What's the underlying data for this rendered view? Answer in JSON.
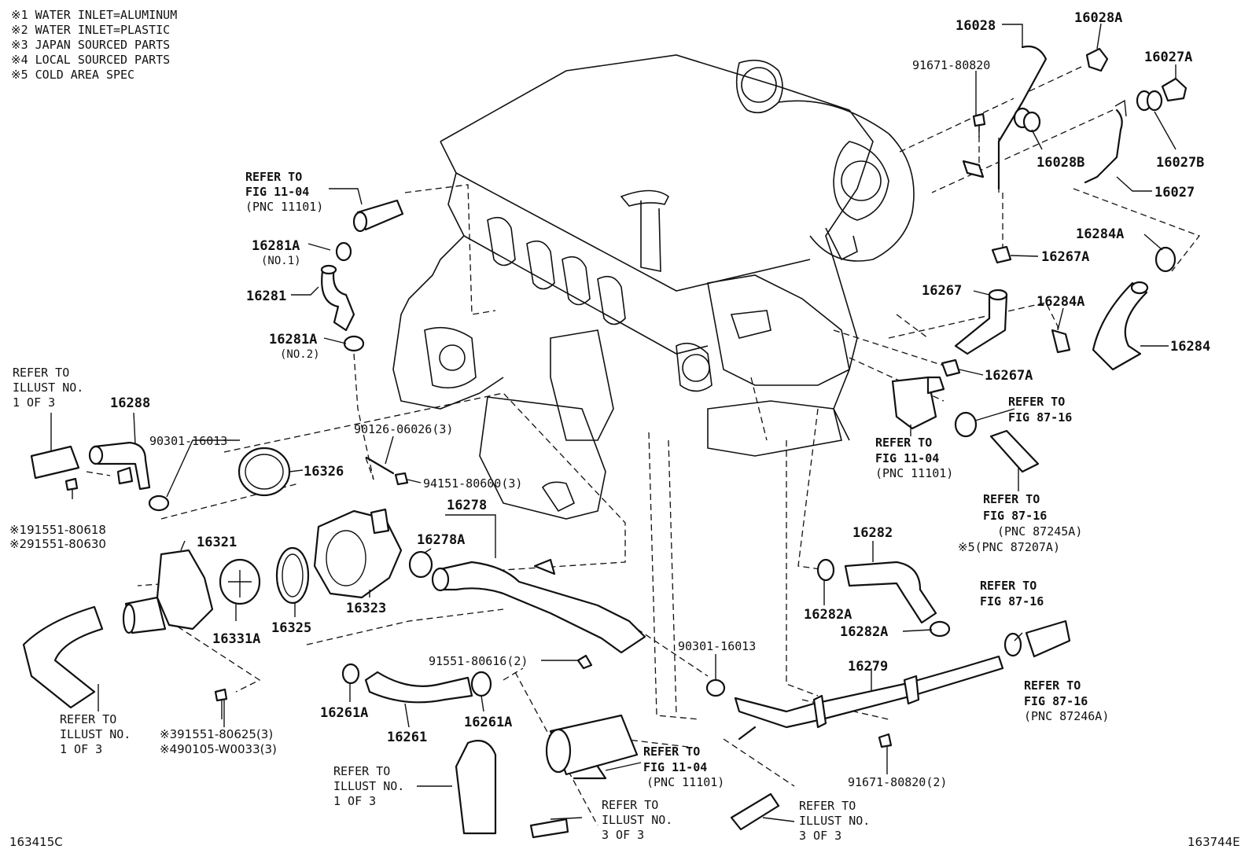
{
  "notes": [
    "※1 WATER INLET=ALUMINUM",
    "※2 WATER INLET=PLASTIC",
    "※3 JAPAN SOURCED PARTS",
    "※4 LOCAL SOURCED PARTS",
    "※5 COLD AREA SPEC"
  ],
  "parts": {
    "p16028": "16028",
    "p16028A": "16028A",
    "p16027A": "16027A",
    "p91671_80820_top": "91671-80820",
    "p16028B": "16028B",
    "p16027B": "16027B",
    "p16027": "16027",
    "p16284A_top": "16284A",
    "p16267A_top": "16267A",
    "p16267": "16267",
    "p16284A_mid": "16284A",
    "p16284": "16284",
    "p16267A_low": "16267A",
    "p16281A_1": "16281A",
    "p16281A_1_sub": "(NO.1)",
    "p16281": "16281",
    "p16281A_2": "16281A",
    "p16281A_2_sub": "(NO.2)",
    "p16288": "16288",
    "p90301_16013_a": "90301-16013",
    "p90126_06026": "90126-06026(3)",
    "p16326": "16326",
    "p94151_80600": "94151-80600(3)",
    "p16278": "16278",
    "p16278A": "16278A",
    "p191551": "※191551-80618",
    "p291551": "※291551-80630",
    "p16321": "16321",
    "p16323": "16323",
    "p16331A": "16331A",
    "p16325": "16325",
    "p16282": "16282",
    "p16282A_a": "16282A",
    "p16282A_b": "16282A",
    "p91551_80616": "91551-80616(2)",
    "p90301_16013_b": "90301-16013",
    "p16279": "16279",
    "p16261A_a": "16261A",
    "p16261A_b": "16261A",
    "p16261": "16261",
    "p391551": "※391551-80625(3)",
    "p490105": "※490105-W0033(3)",
    "p91671_80820_low": "91671-80820(2)"
  },
  "refs": {
    "r1": [
      "REFER TO",
      "FIG 11-04",
      "(PNC 11101)"
    ],
    "r2": [
      "REFER TO",
      "ILLUST NO.",
      "1 OF 3"
    ],
    "r3": [
      "REFER TO",
      "FIG 11-04",
      "(PNC 11101)"
    ],
    "r4": [
      "REFER TO",
      "FIG 87-16"
    ],
    "r5": [
      "REFER TO",
      "FIG 87-16",
      "(PNC 87245A)",
      "※5(PNC 87207A)"
    ],
    "r6": [
      "REFER TO",
      "FIG 87-16"
    ],
    "r7": [
      "REFER TO",
      "FIG 87-16",
      "(PNC 87246A)"
    ],
    "r8": [
      "REFER TO",
      "ILLUST NO.",
      "1 OF 3"
    ],
    "r9": [
      "REFER TO",
      "ILLUST NO.",
      "1 OF 3"
    ],
    "r10": [
      "REFER TO",
      "FIG 11-04",
      "(PNC 11101)"
    ],
    "r11": [
      "REFER TO",
      "ILLUST NO.",
      "3 OF 3"
    ],
    "r12": [
      "REFER TO",
      "ILLUST NO.",
      "3 OF 3"
    ]
  },
  "codes": {
    "left": "163415C",
    "right": "163744E"
  }
}
